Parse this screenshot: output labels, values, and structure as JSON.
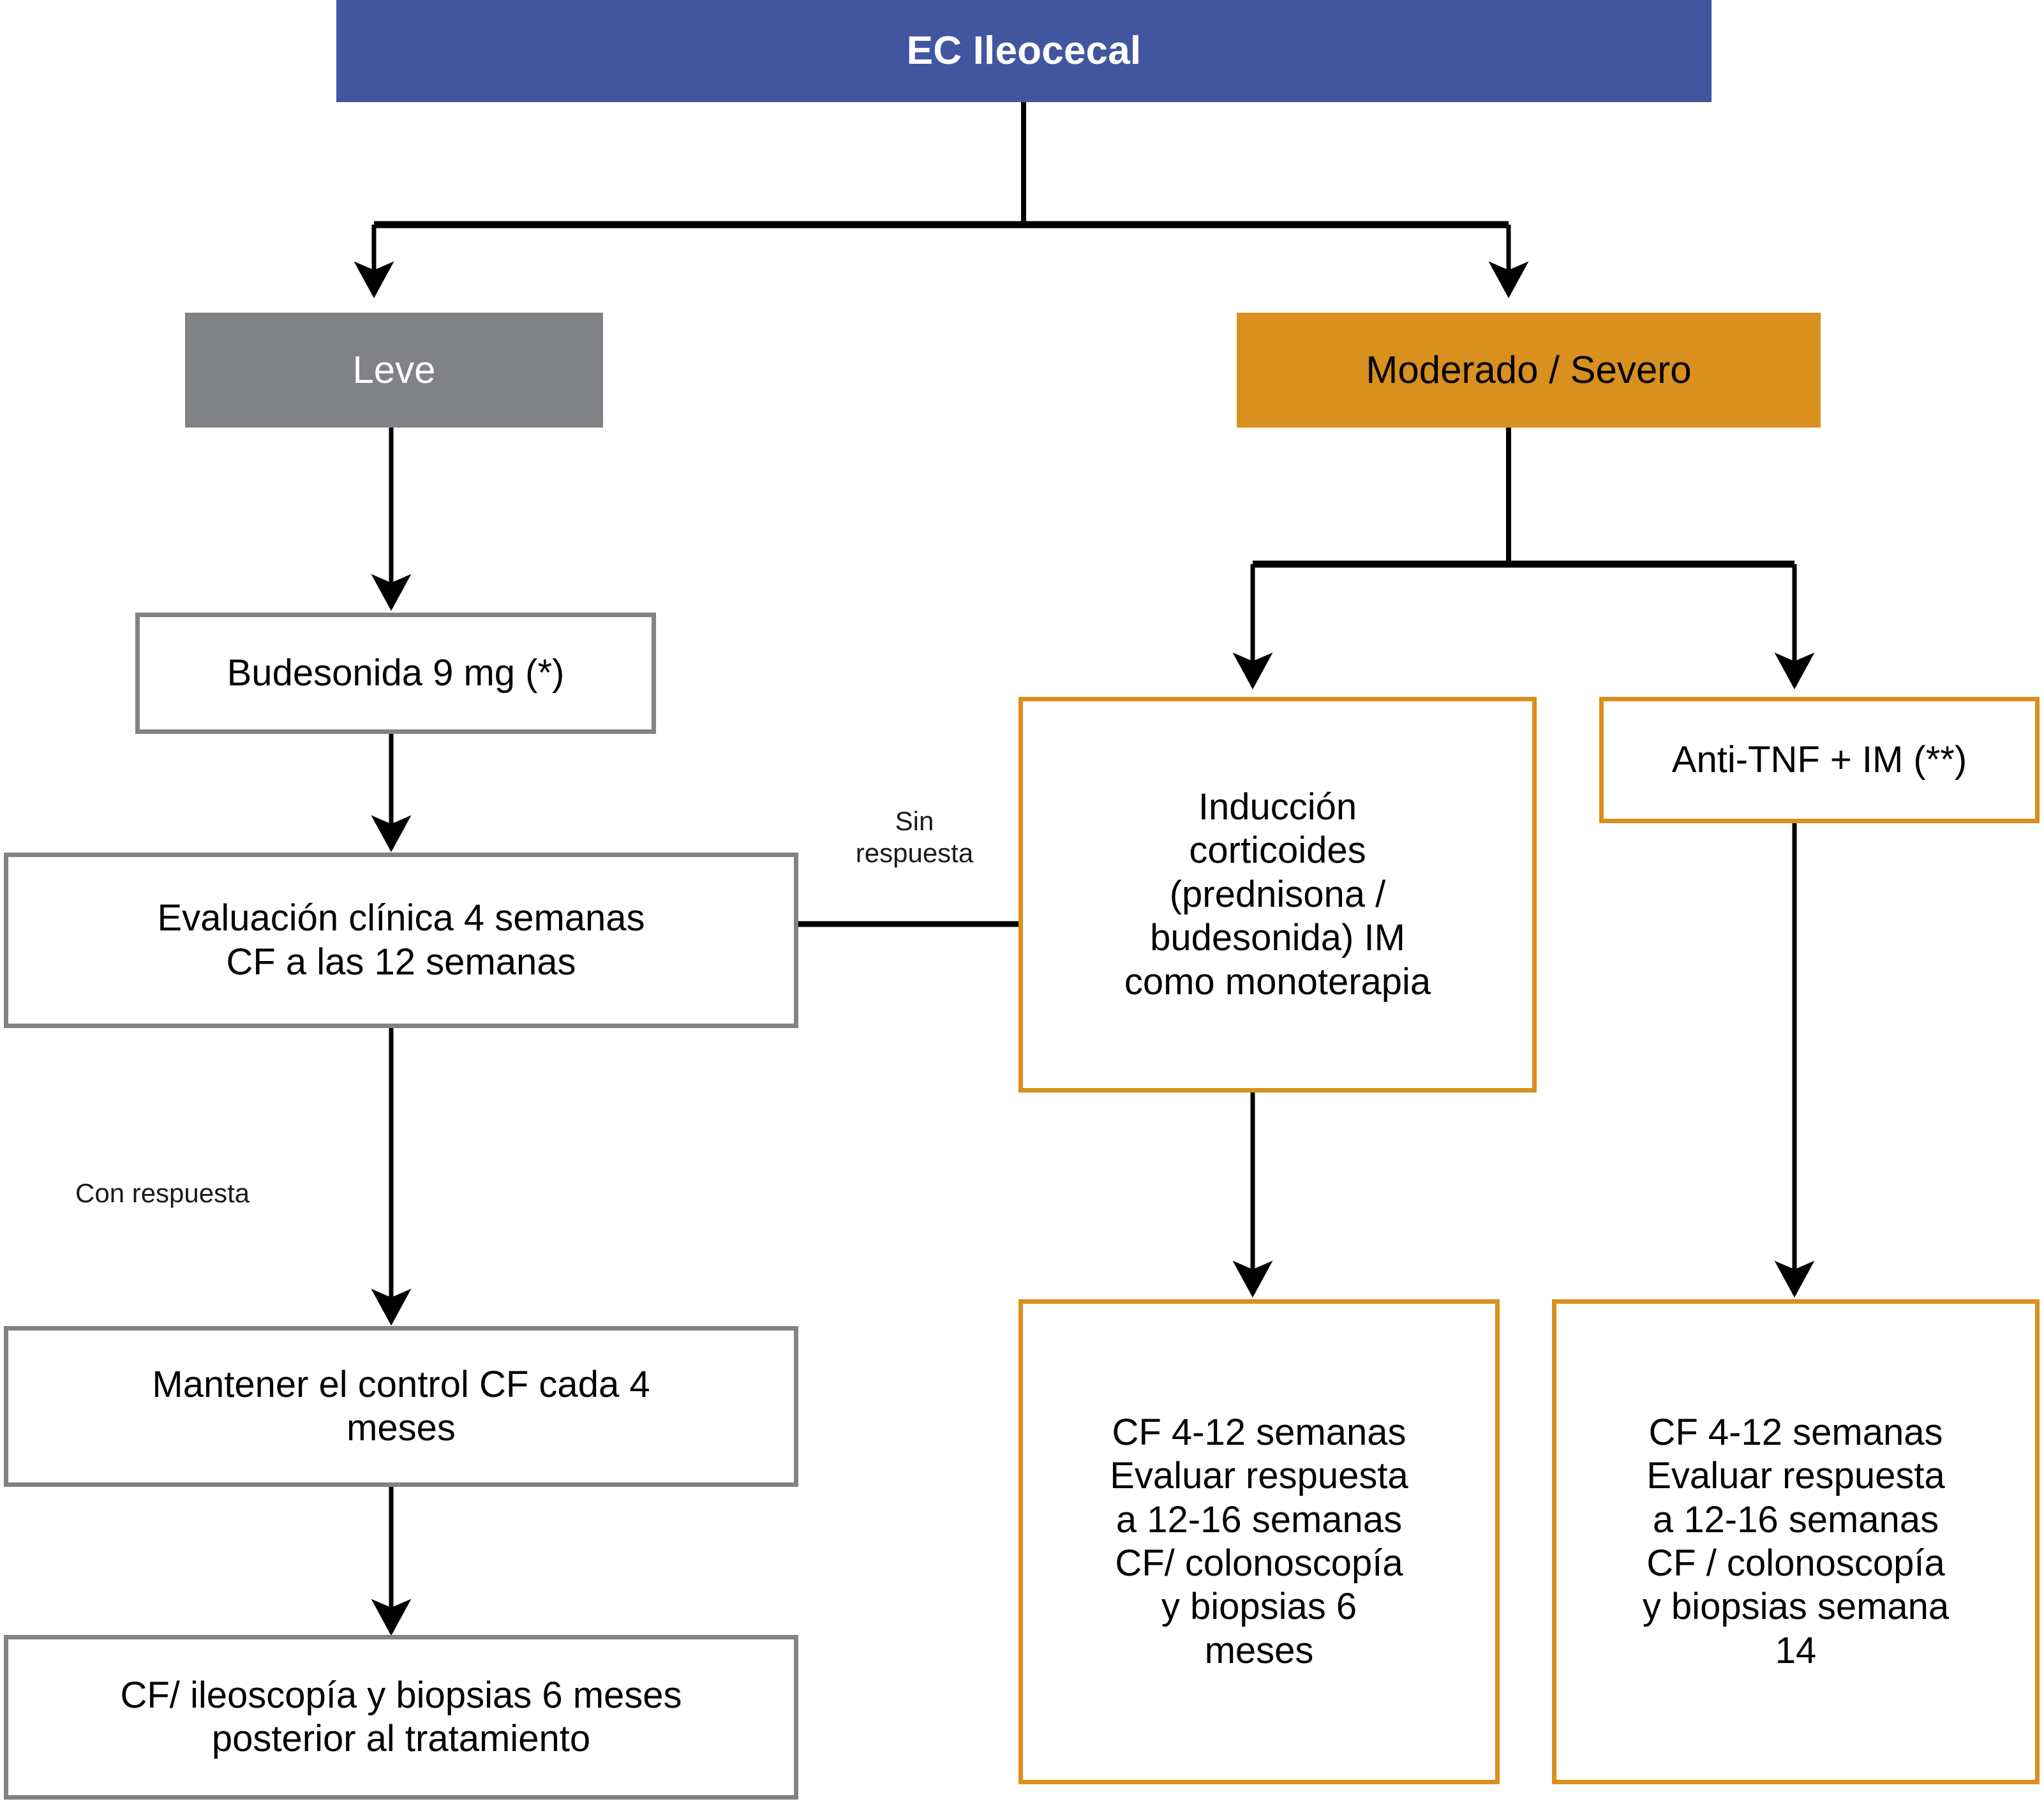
{
  "diagram": {
    "title": "EC Ileocecal",
    "nodes": {
      "root": {
        "label": "EC Ileocecal",
        "color": "#42559F",
        "text_color": "#FFFFFF"
      },
      "leve": {
        "label": "Leve",
        "color": "#808285",
        "text_color": "#FFFFFF"
      },
      "moderado_severo": {
        "label": "Moderado / Severo",
        "color": "#D9901E",
        "text_color": "#000000"
      },
      "budesonida": {
        "label": "Budesonida 9 mg (*)",
        "border_color": "#808285"
      },
      "evaluacion": {
        "label": "Evaluación clínica 4 semanas\nCF a las 12 semanas",
        "border_color": "#808285"
      },
      "mantener": {
        "label": "Mantener el control CF cada 4\nmeses",
        "border_color": "#808285"
      },
      "ileoscopia": {
        "label": "CF/ ileoscopía y biopsias 6 meses\nposterior al tratamiento",
        "border_color": "#808285"
      },
      "induccion": {
        "label": "Inducción\ncorticoides\n(prednisona /\nbudesonida) IM\ncomo monoterapia",
        "border_color": "#D9901E"
      },
      "antitnf": {
        "label": "Anti-TNF + IM (**)",
        "border_color": "#D9901E"
      },
      "cf_centro": {
        "label": "CF 4-12 semanas\nEvaluar respuesta\na 12-16 semanas\nCF/ colonoscopía\ny biopsias 6\nmeses",
        "border_color": "#D9901E"
      },
      "cf_derecha": {
        "label": "CF 4-12 semanas\nEvaluar respuesta\na 12-16 semanas\nCF / colonoscopía\ny biopsias semana\n14",
        "border_color": "#D9901E"
      }
    },
    "edge_labels": {
      "sin_respuesta": "Sin\nrespuesta",
      "con_respuesta": "Con respuesta"
    },
    "edges": [
      {
        "from": "root",
        "to": "leve"
      },
      {
        "from": "root",
        "to": "moderado_severo"
      },
      {
        "from": "leve",
        "to": "budesonida"
      },
      {
        "from": "budesonida",
        "to": "evaluacion"
      },
      {
        "from": "evaluacion",
        "to": "induccion",
        "label": "Sin respuesta"
      },
      {
        "from": "evaluacion",
        "to": "mantener",
        "label": "Con respuesta"
      },
      {
        "from": "mantener",
        "to": "ileoscopia"
      },
      {
        "from": "moderado_severo",
        "to": "induccion"
      },
      {
        "from": "moderado_severo",
        "to": "antitnf"
      },
      {
        "from": "induccion",
        "to": "cf_centro"
      },
      {
        "from": "antitnf",
        "to": "cf_derecha"
      }
    ],
    "palette": {
      "blue": "#42559F",
      "orange": "#D9901E",
      "gray": "#808285",
      "line": "#000000",
      "background": "#FFFFFF"
    }
  }
}
